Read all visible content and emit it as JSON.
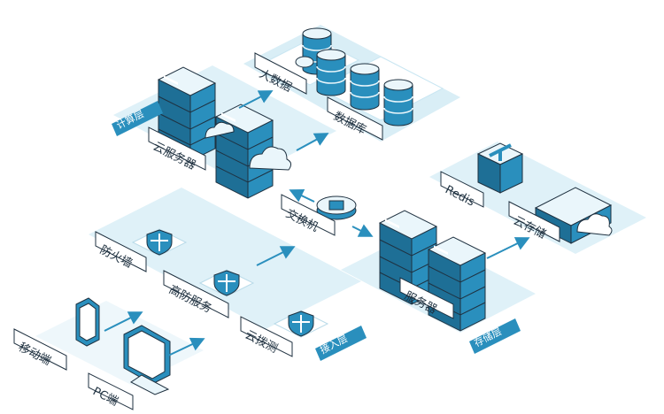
{
  "labels": {
    "bigdata": "大数据",
    "database": "数据库",
    "cloud_server": "云服务器",
    "switch": "交换机",
    "redis": "Redis",
    "cloud_storage": "云存储",
    "firewall": "防火墙",
    "high_defense": "高防服务",
    "cloud_test": "云拨测",
    "server": "服务器",
    "mobile": "移动端",
    "pc": "PC端"
  },
  "zone_tags": {
    "compute": "计算层",
    "access": "接入层",
    "storage": "存储层"
  },
  "colors": {
    "accent": "#2a8fbd",
    "panel": "#dff1f8",
    "panel_edge": "#c9e6f2",
    "box_dark": "#1e7aa6",
    "box_light": "#e9f6fb",
    "line": "#1f3140"
  }
}
